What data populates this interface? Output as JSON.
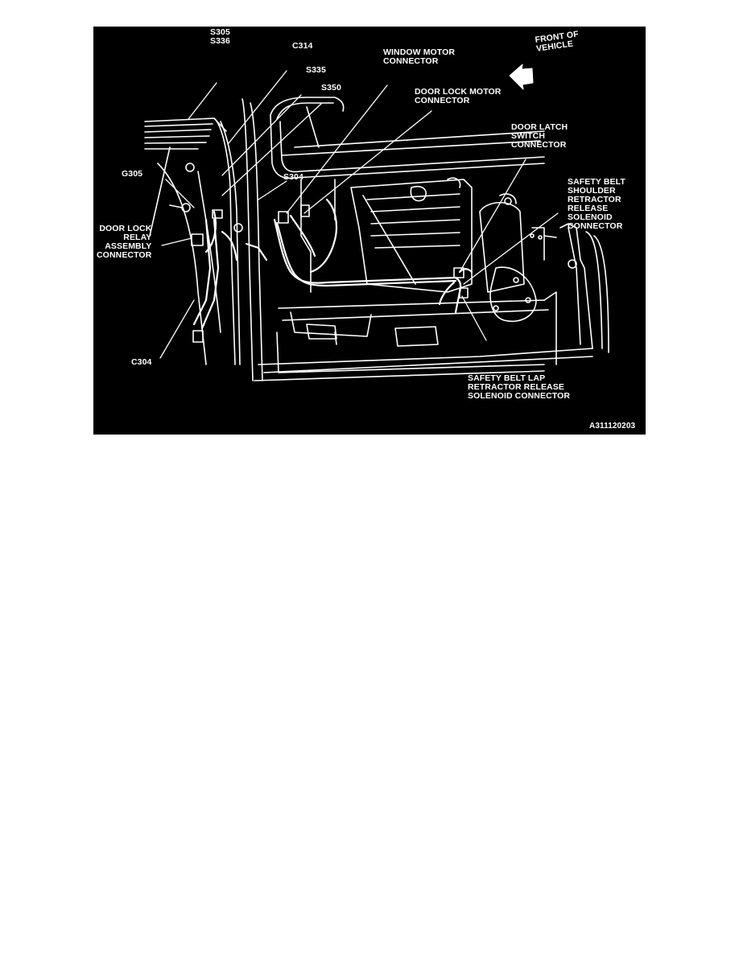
{
  "figure": {
    "id": "A311120203",
    "background": "#000000",
    "line_color": "#ffffff",
    "orientation": {
      "arrow_icon": "left-arrow-icon",
      "text": "FRONT OF\nVEHICLE"
    },
    "labels": {
      "s305_s336": "S305\nS336",
      "c314": "C314",
      "s335": "S335",
      "s350": "S350",
      "g305": "G305",
      "s304": "S304",
      "door_lock_relay": "DOOR LOCK\nRELAY\nASSEMBLY\nCONNECTOR",
      "c304": "C304",
      "window_motor": "WINDOW MOTOR\nCONNECTOR",
      "door_lock_motor": "DOOR LOCK MOTOR\nCONNECTOR",
      "door_latch_switch": "DOOR LATCH\nSWITCH\nCONNECTOR",
      "safety_belt_shoulder": "SAFETY BELT\nSHOULDER\nRETRACTOR\nRELEASE\nSOLENOID\nCONNECTOR",
      "safety_belt_lap": "SAFETY BELT LAP\nRETRACTOR RELEASE\nSOLENOID CONNECTOR"
    }
  }
}
